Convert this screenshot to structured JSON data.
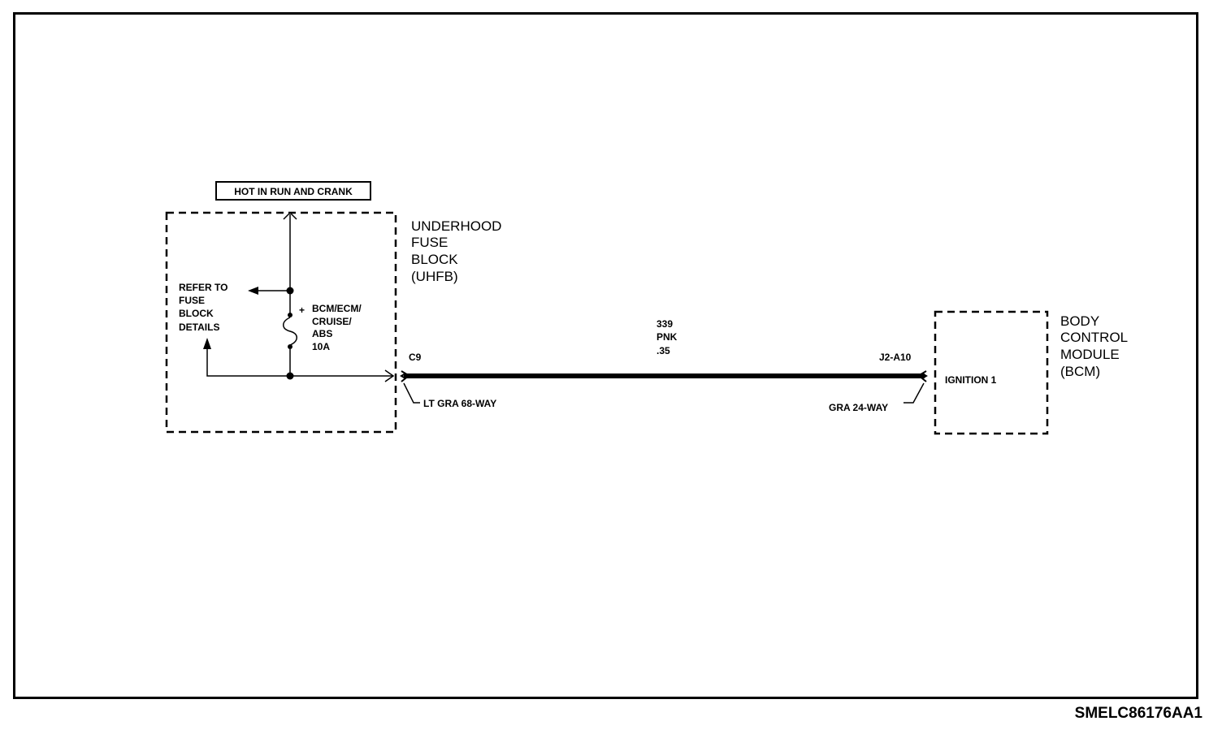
{
  "hot_label": "HOT IN RUN AND CRANK",
  "fuse_block": {
    "title": [
      "UNDERHOOD",
      "FUSE",
      "BLOCK",
      "(UHFB)"
    ],
    "refer": [
      "REFER TO",
      "FUSE",
      "BLOCK",
      "DETAILS"
    ],
    "fuse": [
      "BCM/ECM/",
      "CRUISE/",
      "ABS",
      "10A"
    ],
    "plus": "+"
  },
  "connector_left": {
    "pin": "C9",
    "desc": "LT GRA 68-WAY"
  },
  "wire": {
    "circuit": "339",
    "color": "PNK",
    "gauge": ".35"
  },
  "connector_right": {
    "pin": "J2-A10",
    "desc": "GRA 24-WAY"
  },
  "bcm": {
    "title": [
      "BODY",
      "CONTROL",
      "MODULE",
      "(BCM)"
    ],
    "input": "IGNITION 1"
  },
  "drawing_code": "SMELC86176AA1"
}
